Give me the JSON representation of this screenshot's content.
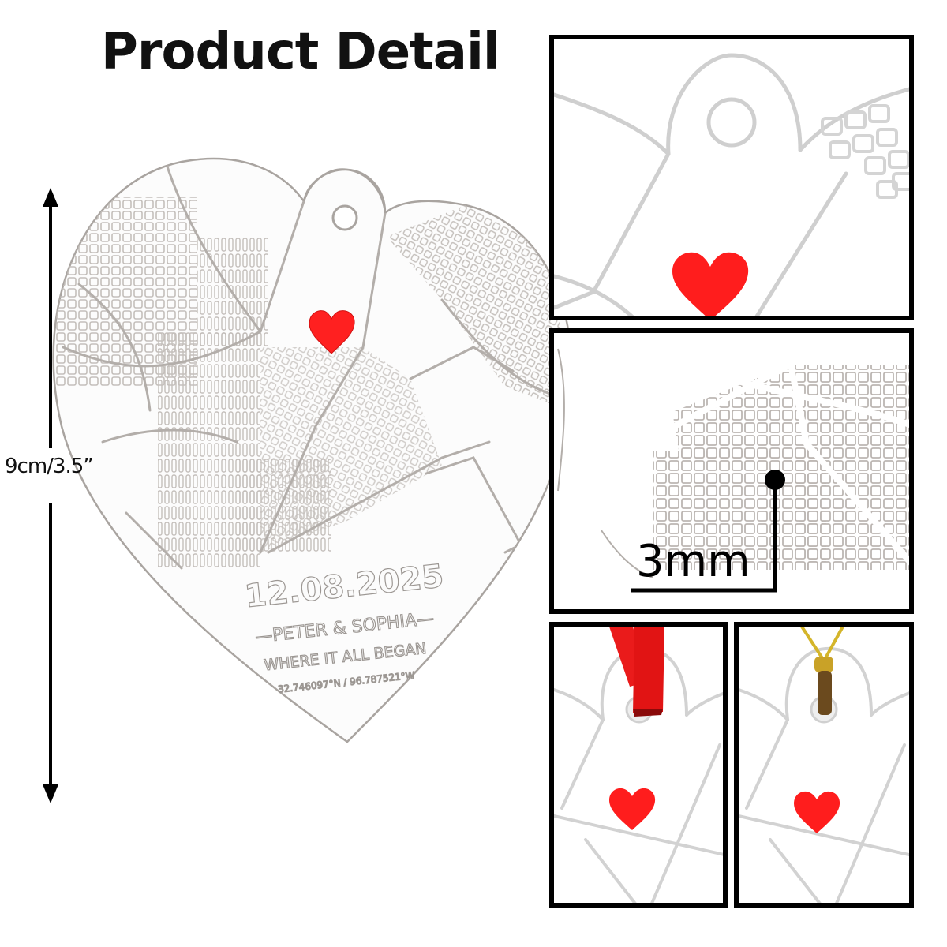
{
  "title": "Product Detail",
  "dimension": {
    "label": "9cm/3.5”",
    "arrow": "vertical-double-arrow"
  },
  "ornament": {
    "shape": "heart",
    "material": "clear acrylic with engraved street map",
    "marker_color": "#ff2020",
    "engraving": {
      "date": "12.08.2025",
      "names": "—PETER & SOPHIA—",
      "tagline": "WHERE IT ALL BEGAN",
      "coordinates": "32.746097°N / 96.787521°W"
    }
  },
  "detail_panels": [
    {
      "id": "hanging-hole",
      "description": "Close-up of ornament hole and raised red heart"
    },
    {
      "id": "thickness",
      "description": "Close-up of engraved map with thickness callout",
      "label": "3mm"
    },
    {
      "id": "ribbon",
      "description": "Ornament with red ribbon",
      "ribbon_color": "#e8191c"
    },
    {
      "id": "gold-string",
      "description": "Ornament with gold string",
      "string_color": "#c9a227"
    }
  ],
  "colors": {
    "border": "#000000",
    "heart": "#ff2020",
    "map_line": "#bdb8b4"
  }
}
